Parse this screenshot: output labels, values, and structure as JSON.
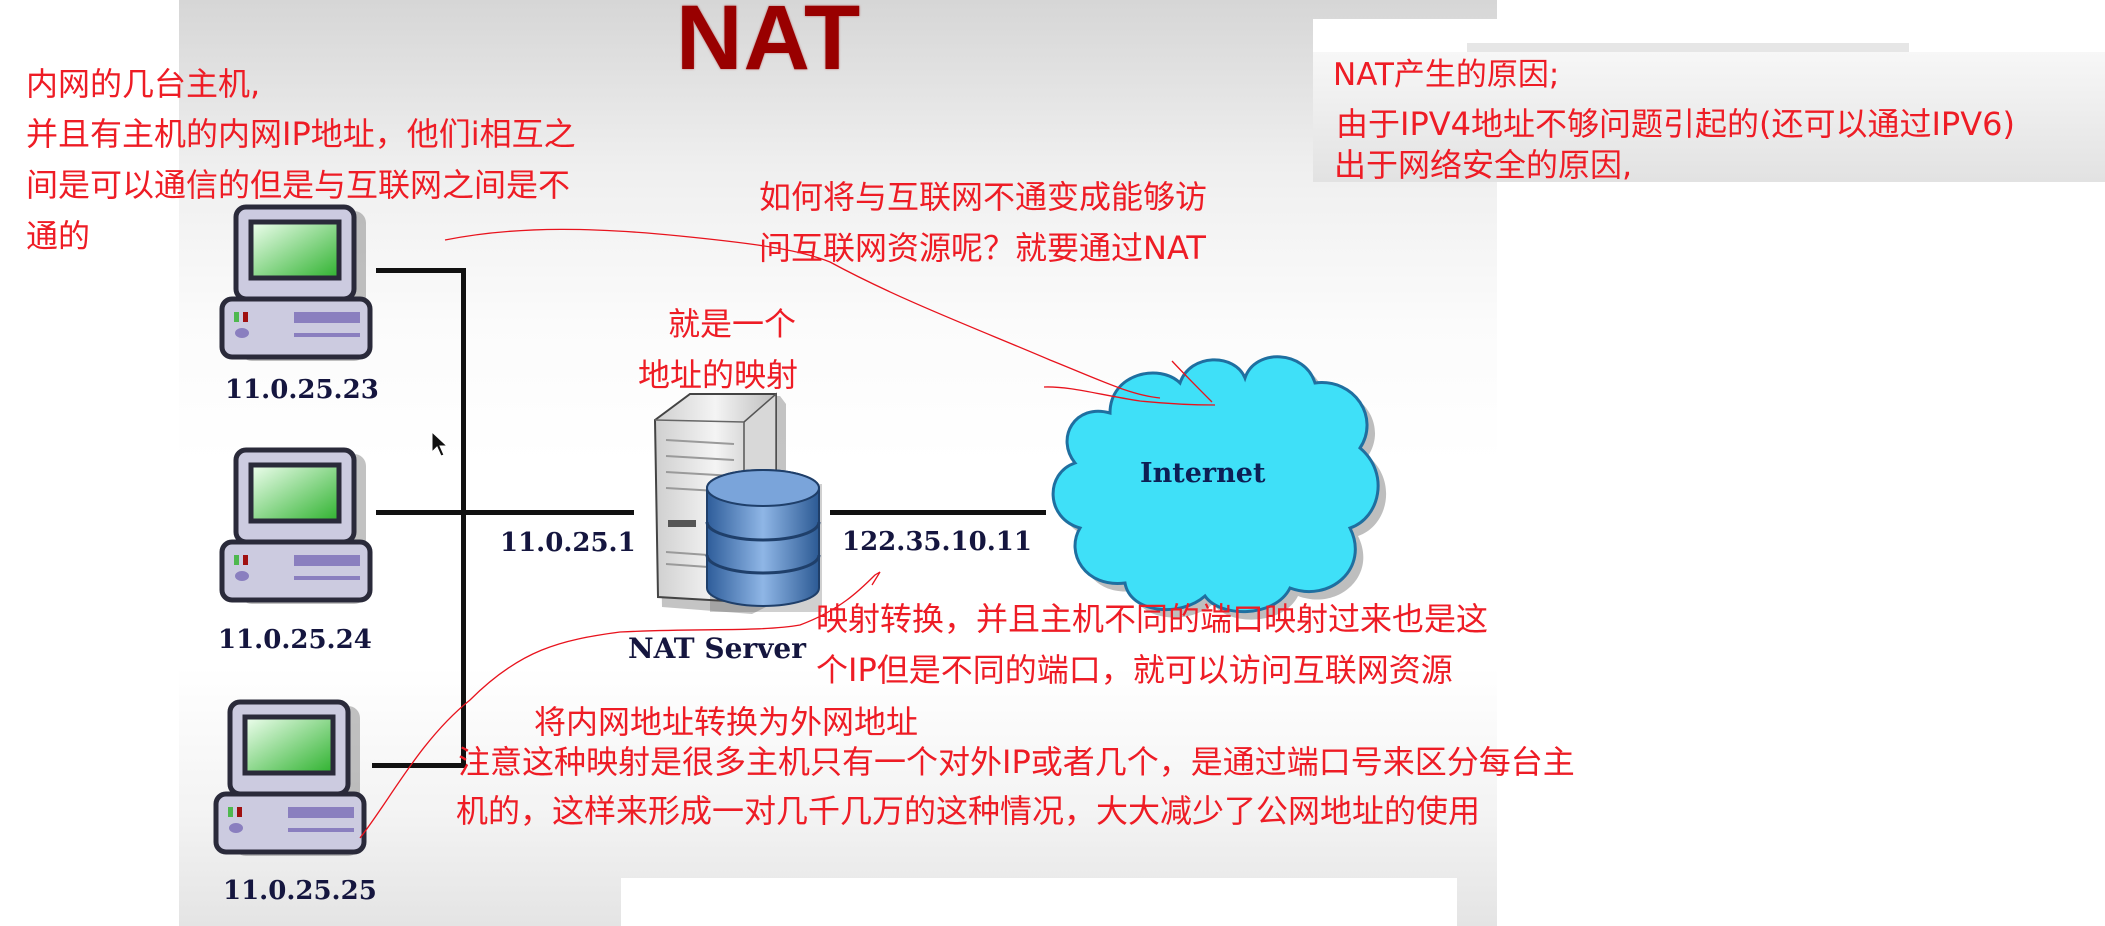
{
  "slide": {
    "title": "NAT",
    "title_color": "#990000",
    "annotation_color": "#ee1c25"
  },
  "diagram": {
    "hosts": [
      {
        "label": "11.0.25.23"
      },
      {
        "label": "11.0.25.24"
      },
      {
        "label": "11.0.25.25"
      }
    ],
    "nat_server": {
      "label": "NAT Server",
      "inside_ip": "11.0.25.1",
      "outside_ip": "122.35.10.11"
    },
    "internet": {
      "label": "Internet",
      "fill_color": "#3fe0f8"
    }
  },
  "annotations": {
    "intranet_hosts": [
      "内网的几台主机,",
      "并且有主机的内网IP地址，他们i相互之",
      "间是可以通信的但是与互联网之间是不",
      "通的"
    ],
    "how_to_access": [
      "如何将与互联网不通变成能够访",
      "问互联网资源呢？就要通过NAT"
    ],
    "mapping": [
      "就是一个",
      "地址的映射"
    ],
    "port_mapping": [
      "映射转换，并且主机不同的端口映射过来也是这",
      "个IP但是不同的端口，就可以访问互联网资源"
    ],
    "translate": "将内网地址转换为外网地址",
    "note": [
      "注意这种映射是很多主机只有一个对外IP或者几个，是通过端口号来区分每台主",
      "机的，这样来形成一对几千几万的这种情况，大大减少了公网地址的使用"
    ]
  },
  "reasons_panel": {
    "lines": [
      "NAT产生的原因;",
      "由于IPV4地址不够问题引起的(还可以通过IPV6)",
      "出于网络安全的原因,"
    ]
  }
}
